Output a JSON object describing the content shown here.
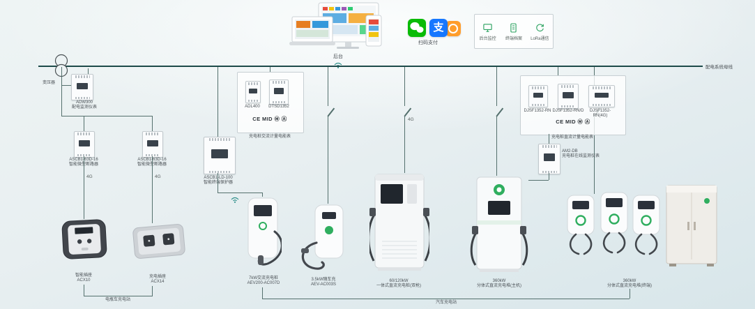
{
  "colors": {
    "accent_green": "#2fae5f",
    "wechat_green": "#09bb07",
    "alipay_blue": "#1677ff",
    "unionpay_orange": "#ff9d2b",
    "bus_line": "#1d4a49"
  },
  "platform": {
    "label": "后台"
  },
  "payment": {
    "label": "扫码支付"
  },
  "features": {
    "items": [
      {
        "label": "后台监控"
      },
      {
        "label": "终端档案"
      },
      {
        "label": "LoRa通信"
      }
    ]
  },
  "bus": {
    "label": "配电系统母线"
  },
  "transformer": {
    "label": "变压器"
  },
  "gateway_meter": {
    "model": "ADW300",
    "desc": "配电监测仪表"
  },
  "breaker1": {
    "model": "ASCB1-63D-16",
    "desc": "智能微型断路器"
  },
  "breaker2": {
    "model": "ASCB1-63D-16",
    "desc": "智能微型断路器"
  },
  "protector": {
    "model": "ASCB1-LD-100",
    "desc": "智能终端保护器"
  },
  "ac_meter_box": {
    "dev1": "ADL400",
    "dev2": "DTSD1352",
    "cert": "CE MID Ⓜ Ⓐ",
    "label": "充电桩交流计量电能表"
  },
  "dc_meter_box": {
    "dev1": "DJSF1352-RN",
    "dev2": "DJSF1352-RN/D",
    "dev3": "DJSF1352-RN(4G)",
    "cert": "CE MID Ⓜ Ⓐ",
    "label": "充电桩直流计量电能表"
  },
  "monitor_device": {
    "model": "AM2-DB",
    "desc": "充电桩在线监测仪表"
  },
  "net": {
    "g4": "4G"
  },
  "stations": {
    "socket": {
      "line1": "智能插座",
      "line2": "ACX10"
    },
    "socket2": {
      "line1": "充电插座",
      "line2": "ACX14"
    },
    "wallbox": {
      "line1": "7kW交流充电桩",
      "line2": "AEV200-AC007D"
    },
    "portable": {
      "line1": "3.5kW随车充",
      "line2": "AEV-AC003S"
    },
    "dc_pile": {
      "line1": "60/120kW",
      "line2": "一体式直流充电桩(双枪)"
    },
    "dc_stack": {
      "line1": "360kW",
      "line2": "分体式直流充电堆(主机)"
    },
    "dc_terminal": {
      "line1": "360kW",
      "line2": "分体式直流充电堆(终端)"
    }
  },
  "groups": {
    "ebike": "电瓶车充电站",
    "car": "汽车充电站"
  }
}
